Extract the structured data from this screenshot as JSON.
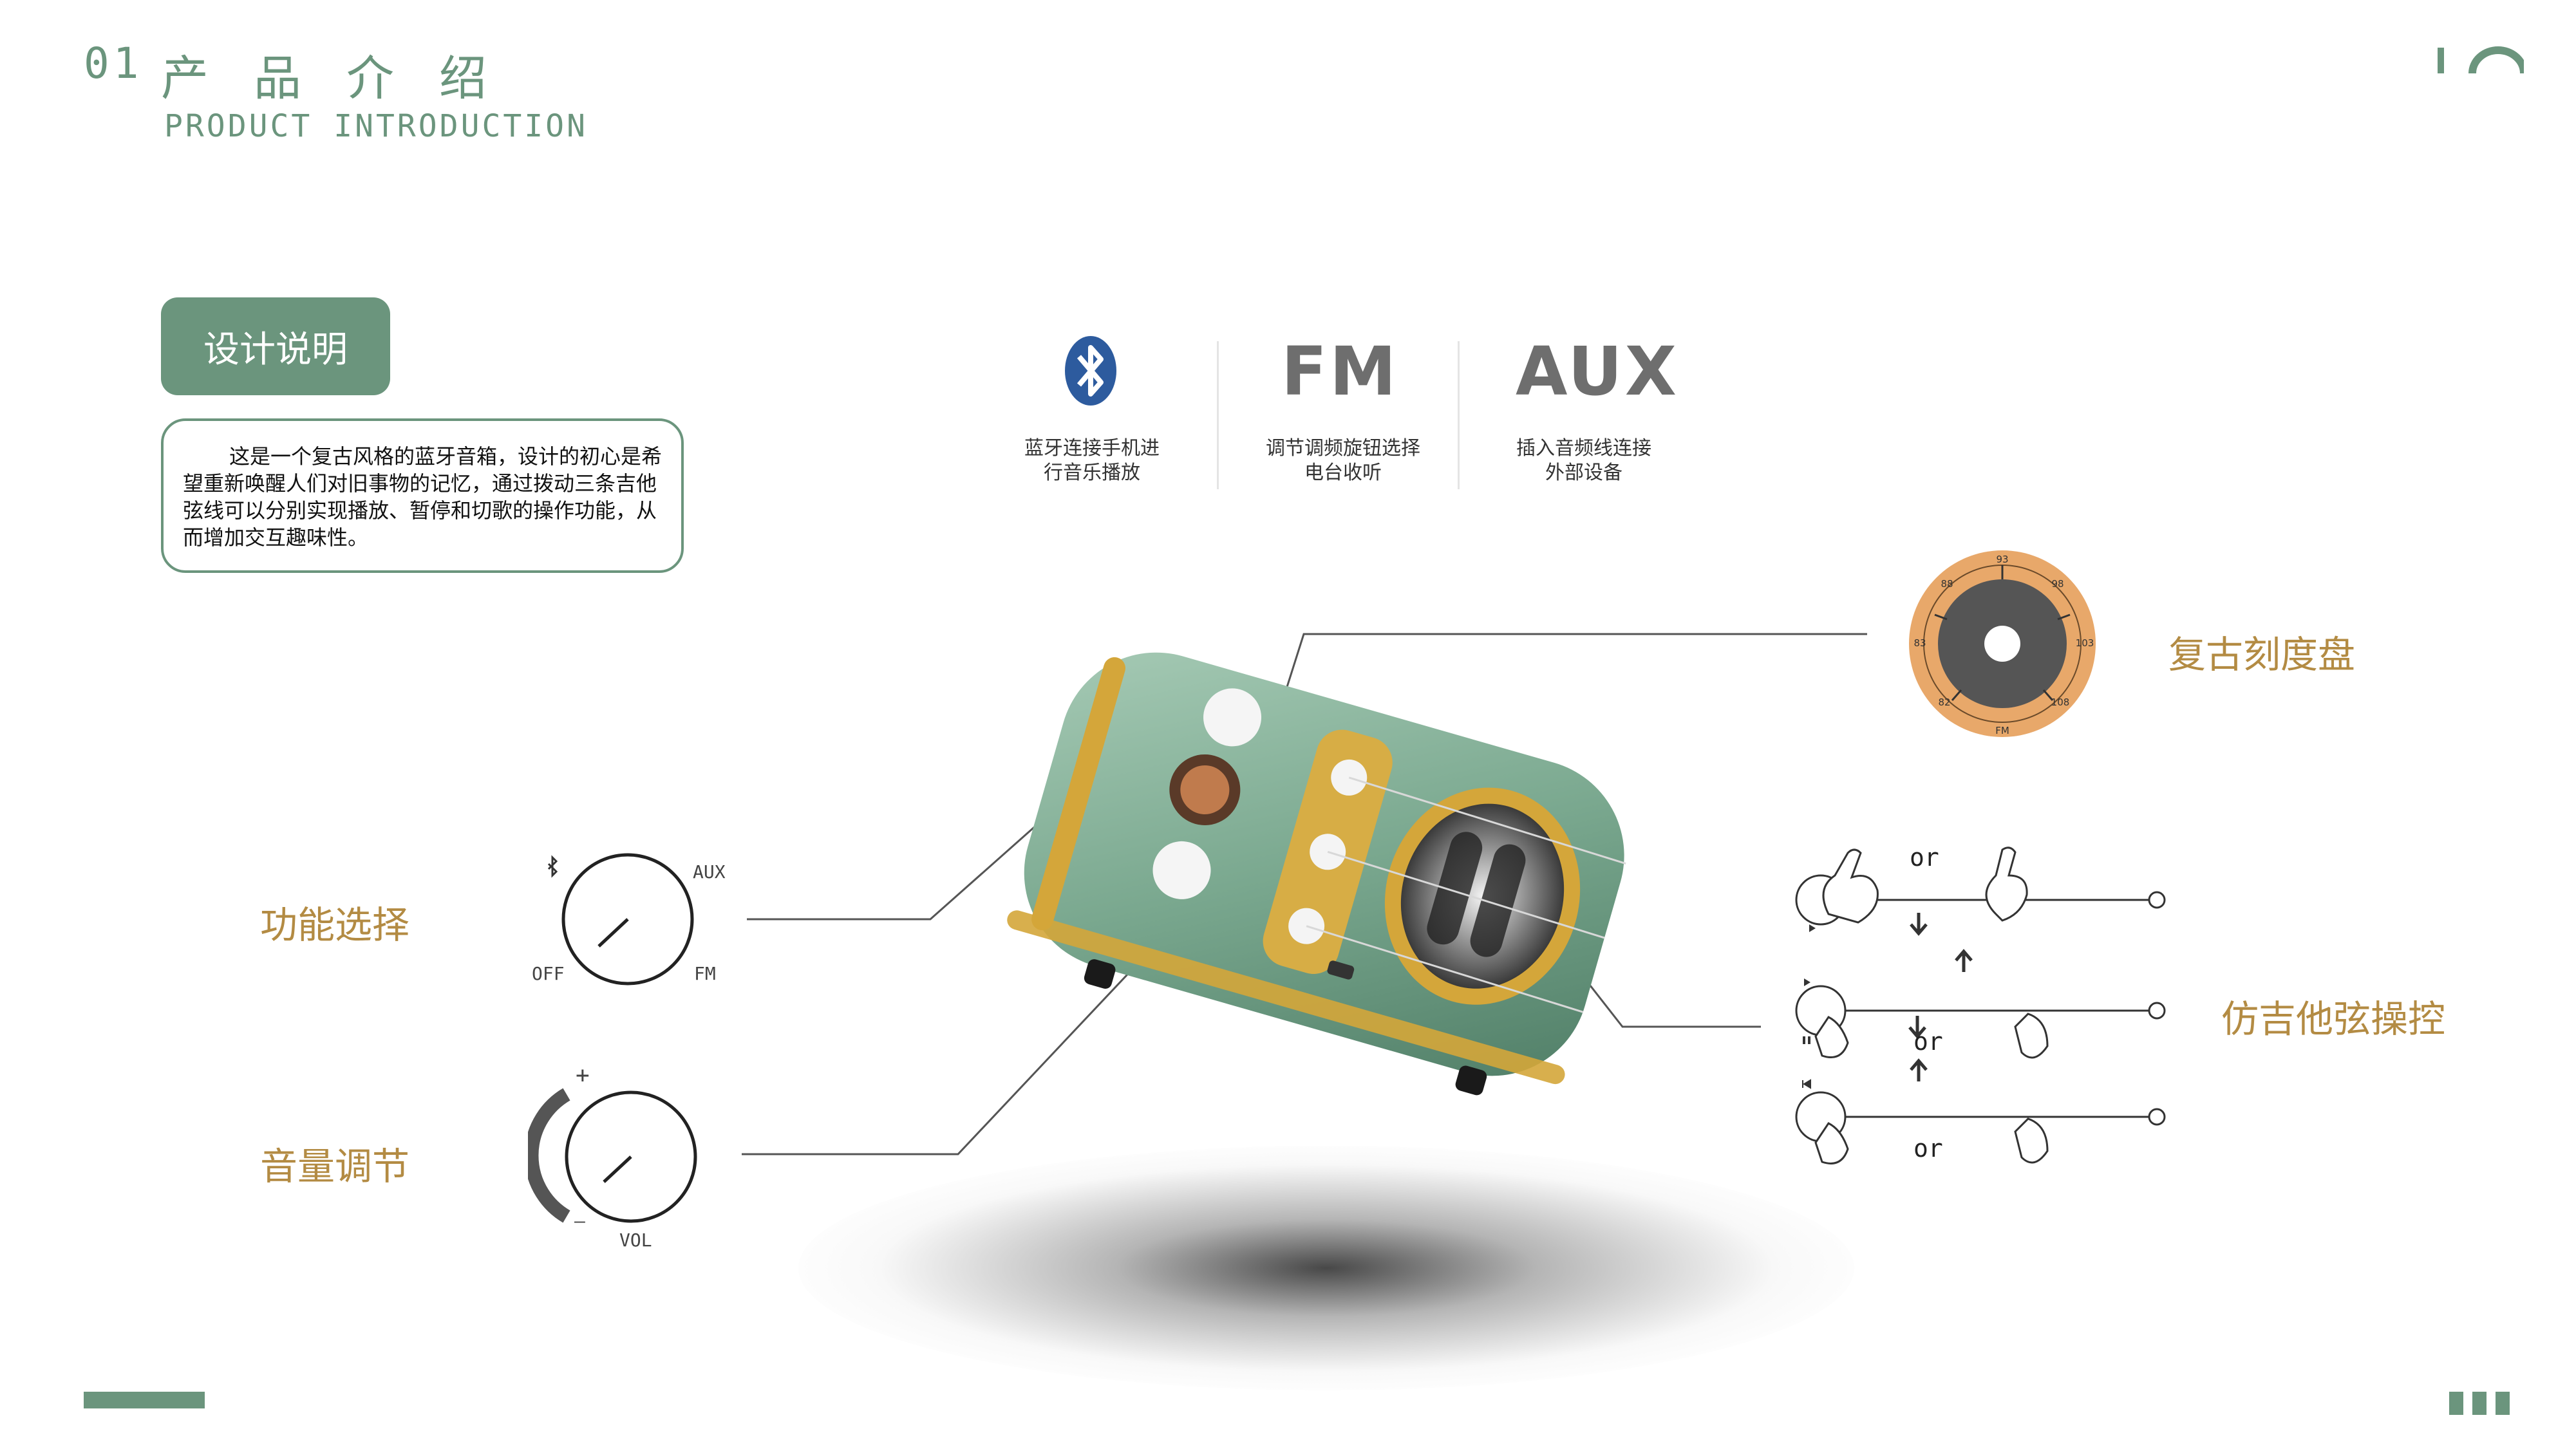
{
  "header": {
    "number": "01",
    "title_cn": "产品介绍",
    "title_en": "PRODUCT INTRODUCTION"
  },
  "design": {
    "pill_label": "设计说明",
    "description": "这是一个复古风格的蓝牙音箱，设计的初心是希望重新唤醒人们对旧事物的记忆，通过拨动三条吉他弦线可以分别实现播放、暂停和切歌的操作功能，从而增加交互趣味性。"
  },
  "features": [
    {
      "icon": "bluetooth-icon",
      "title": "",
      "line1": "蓝牙连接手机进",
      "line2": "行音乐播放"
    },
    {
      "icon": "fm-logo",
      "title": "FM",
      "line1": "调节调频旋钮选择",
      "line2": "电台收听"
    },
    {
      "icon": "aux-logo",
      "title": "AUX",
      "line1": "插入音频线连接",
      "line2": "外部设备"
    }
  ],
  "callouts": {
    "function_select": "功能选择",
    "volume_adjust": "音量调节",
    "retro_dial": "复古刻度盘",
    "guitar_string_control": "仿吉他弦操控"
  },
  "function_knob": {
    "aux": "AUX",
    "off": "OFF",
    "fm": "FM"
  },
  "volume_knob": {
    "plus": "+",
    "minus": "—",
    "vol": "VOL"
  },
  "dial": {
    "ticks": [
      "93",
      "98",
      "103",
      "108",
      "FM",
      "82",
      "83",
      "88"
    ]
  },
  "gestures": {
    "or": "or"
  },
  "colors": {
    "accent_green": "#6b957d",
    "accent_gold": "#b38b43",
    "speaker_body": "#7fae95",
    "trim": "#d4a63a"
  }
}
